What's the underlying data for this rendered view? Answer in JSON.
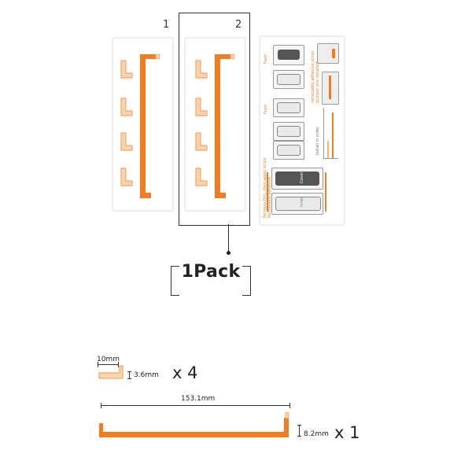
{
  "sheets": {
    "sheet1_number": "1",
    "sheet2_number": "2"
  },
  "pack_label": "1Pack",
  "instruction_sheet": {
    "step_a": "Push",
    "step_b": "Push",
    "note_1": "removable adhesive strips",
    "note_2": "bumper pre-installed",
    "note_3": "Install in order",
    "note_4": "Remove film, then apply strips",
    "note_5": "Removable adhesive",
    "note_6": "Cover",
    "note_7": "Inner"
  },
  "dimensions": {
    "corner_width": "10mm",
    "corner_thickness": "3.6mm",
    "corner_count": "x 4",
    "strip_length": "153.1mm",
    "strip_height": "8.2mm",
    "strip_count": "x 1"
  },
  "colors": {
    "accent": "#f47b20",
    "accent_light": "#fbd3ad",
    "outline": "#333333"
  }
}
